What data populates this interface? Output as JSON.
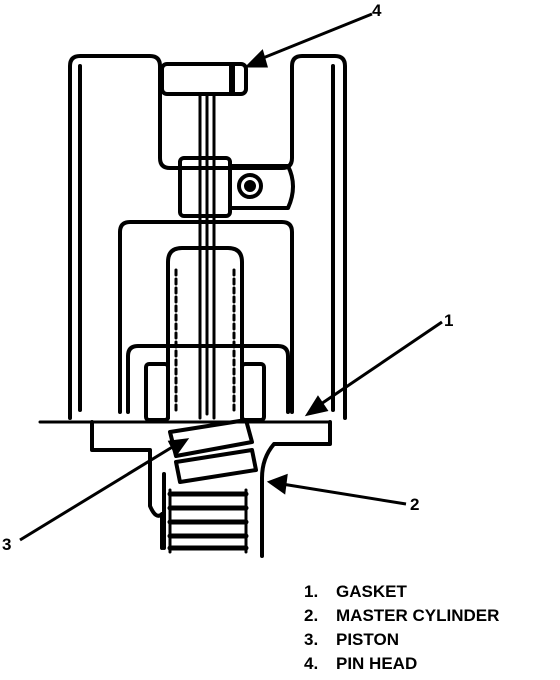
{
  "diagram": {
    "callouts": {
      "gasket": "1",
      "master_cylinder": "2",
      "piston": "3",
      "pin_head": "4"
    },
    "legend": [
      {
        "num": "1.",
        "label": "GASKET"
      },
      {
        "num": "2.",
        "label": "MASTER CYLINDER"
      },
      {
        "num": "3.",
        "label": "PISTON"
      },
      {
        "num": "4.",
        "label": "PIN HEAD"
      }
    ],
    "colors": {
      "ink": "#000000",
      "paper": "#ffffff"
    }
  }
}
